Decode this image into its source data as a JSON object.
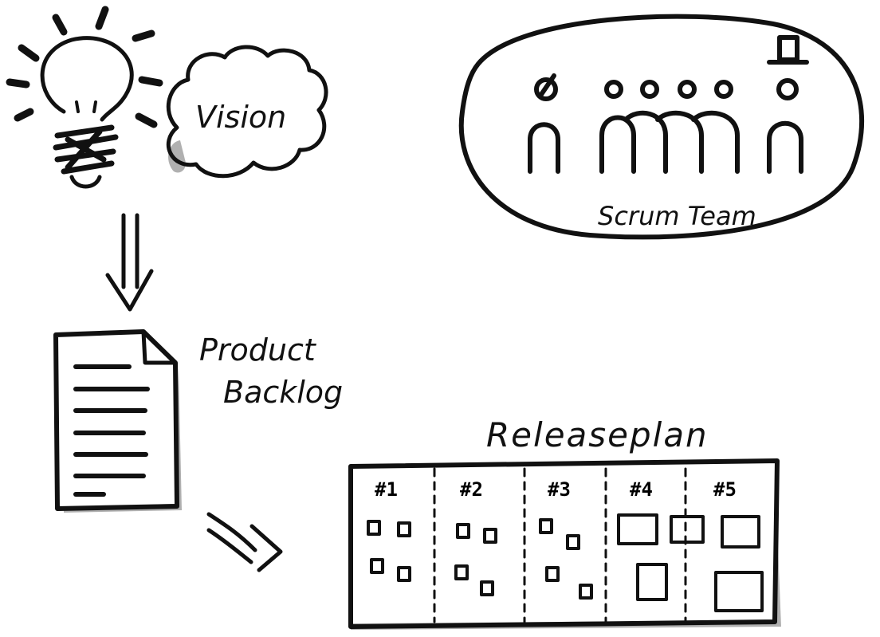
{
  "labels": {
    "vision": "Vision",
    "team": "Scrum Team",
    "backlog_line1": "Product",
    "backlog_line2": "Backlog",
    "releaseplan": "Releaseplan"
  },
  "release_plan": {
    "sprints": [
      {
        "label": "#1"
      },
      {
        "label": "#2"
      },
      {
        "label": "#3"
      },
      {
        "label": "#4"
      },
      {
        "label": "#5"
      }
    ]
  },
  "colors": {
    "ink": "#111111",
    "shadow": "#b0b0b0",
    "background": "#ffffff"
  },
  "icons": [
    "lightbulb-icon",
    "cloud-icon",
    "team-member-icon",
    "document-icon",
    "double-arrow-icon"
  ]
}
